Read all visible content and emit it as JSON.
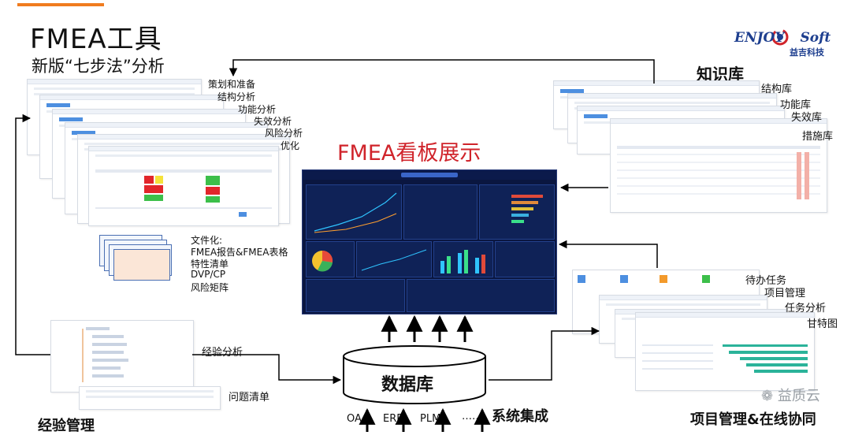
{
  "header": {
    "title": "FMEA工具",
    "subtitle": "新版“七步法”分析"
  },
  "logo": {
    "brand_left": "ENJOY",
    "brand_right": "Soft",
    "sub": "益吉科技"
  },
  "seven_step": {
    "steps": [
      "策划和准备",
      "结构分析",
      "功能分析",
      "失效分析",
      "风险分析",
      "优化"
    ]
  },
  "documentation": {
    "items": [
      "文件化:",
      "FMEA报告&FMEA表格",
      "特性清单",
      "DVP/CP",
      "风险矩阵"
    ]
  },
  "dashboard": {
    "title": "FMEA看板展示"
  },
  "knowledge": {
    "title": "知识库",
    "items": [
      "结构库",
      "功能库",
      "失效库",
      "措施库"
    ]
  },
  "project": {
    "title": "项目管理&在线协同",
    "items": [
      "待办任务",
      "项目管理",
      "任务分析",
      "甘特图"
    ]
  },
  "experience": {
    "title": "经验管理",
    "items": [
      "经验分析",
      "问题清单"
    ]
  },
  "database": {
    "label": "数据库"
  },
  "integration": {
    "sources": [
      "OA",
      "ERP",
      "PLM",
      "……"
    ],
    "label": "系统集成"
  },
  "watermark": {
    "text": "益质云"
  },
  "colors": {
    "accent": "#f07c1f",
    "dashboard_title": "#d0242b",
    "brand_blue": "#1e3f8f",
    "dashboard_bg": "#0a1640"
  }
}
